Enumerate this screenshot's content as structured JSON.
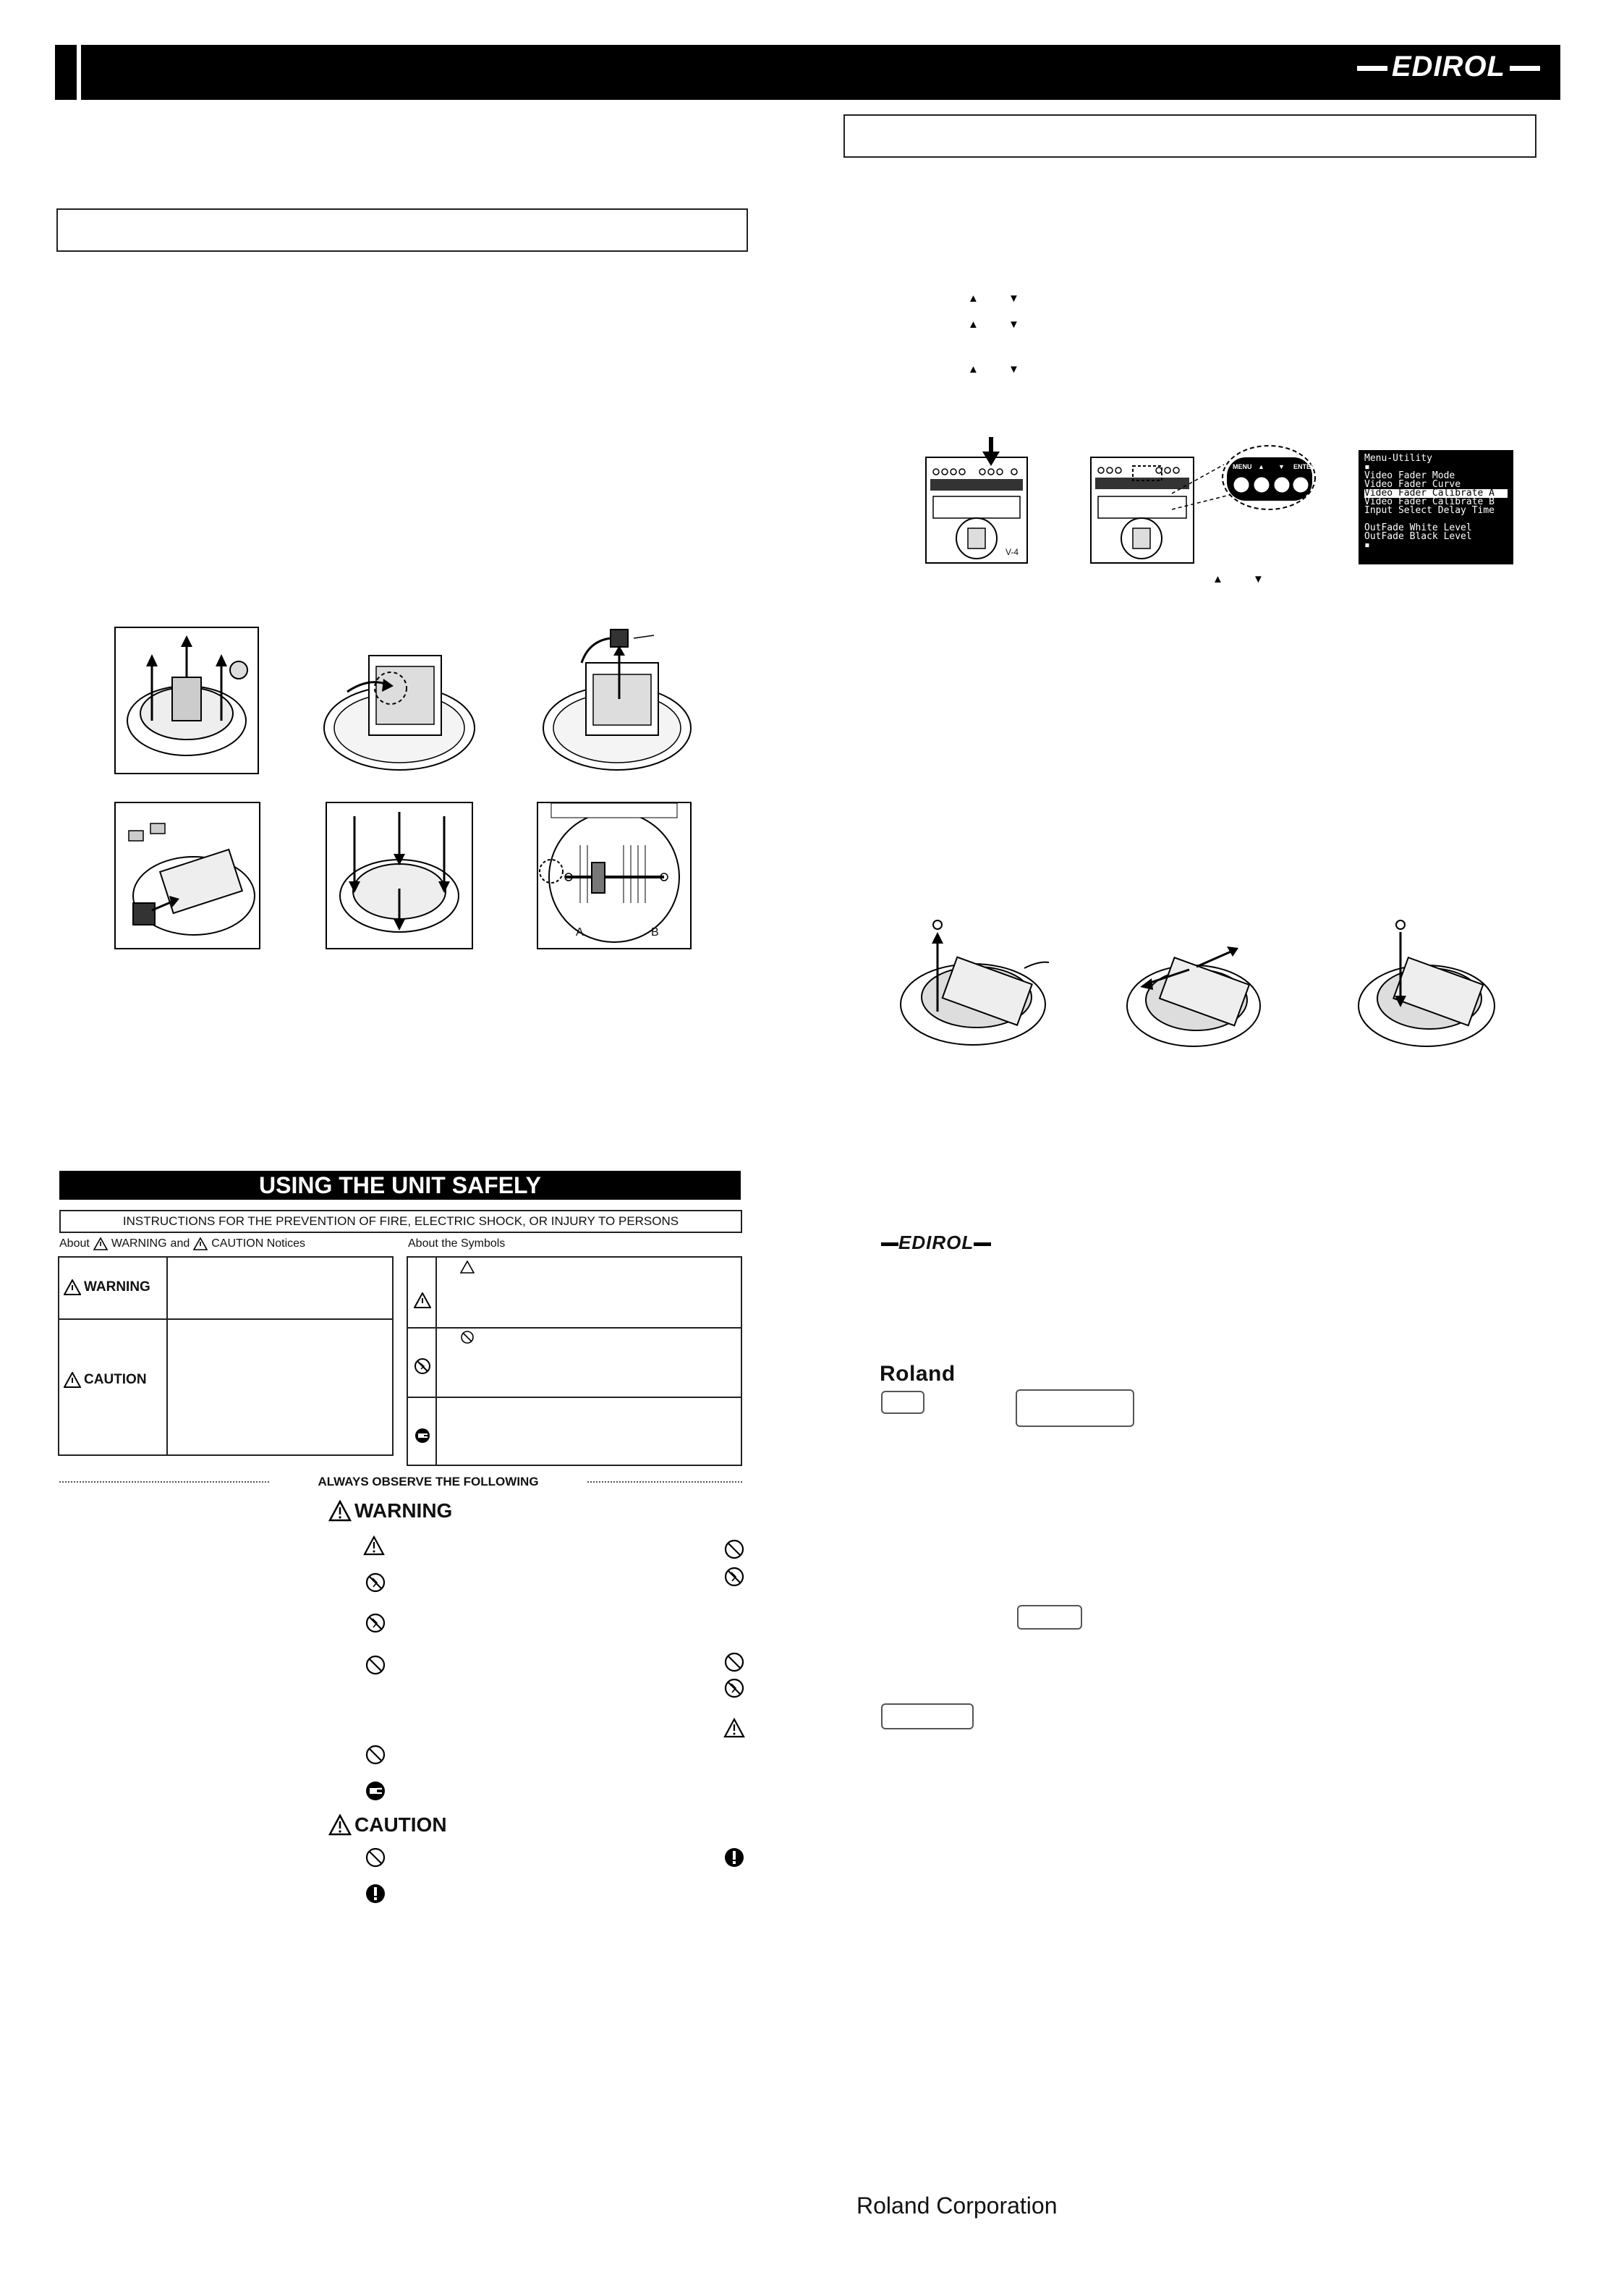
{
  "header": {
    "brand": "EDIROL"
  },
  "right_nav": {
    "arrow_up": "▲",
    "arrow_down": "▼"
  },
  "panel_labels": {
    "menu": "MENU",
    "up": "▲",
    "down": "▼",
    "enter": "ENTER",
    "model": "V-4"
  },
  "menu_screen": {
    "title": "Menu-Utility",
    "items": [
      "Video Fader Mode",
      "Video Fader Curve",
      "Video Fader Calibrate A",
      "Video Fader Calibrate B",
      "Input Select Delay Time",
      "OutFade White Level",
      "OutFade Black Level"
    ],
    "selected_index": 2
  },
  "fader_labels": {
    "a": "A",
    "b": "B"
  },
  "safety": {
    "banner": "USING THE UNIT SAFELY",
    "subtitle": "INSTRUCTIONS FOR THE PREVENTION OF FIRE, ELECTRIC SHOCK, OR INJURY TO PERSONS",
    "about_notices_prefix": "About",
    "about_notices_warning": "WARNING",
    "about_notices_and": "and",
    "about_notices_caution": "CAUTION Notices",
    "about_symbols": "About the Symbols",
    "warning_label": "WARNING",
    "caution_label": "CAUTION",
    "always_observe": "ALWAYS OBSERVE THE FOLLOWING",
    "big_warning": "WARNING",
    "big_caution": "CAUTION"
  },
  "brands": {
    "edirol_small": "EDIROL",
    "roland": "Roland",
    "roland_corp": "Roland Corporation"
  }
}
